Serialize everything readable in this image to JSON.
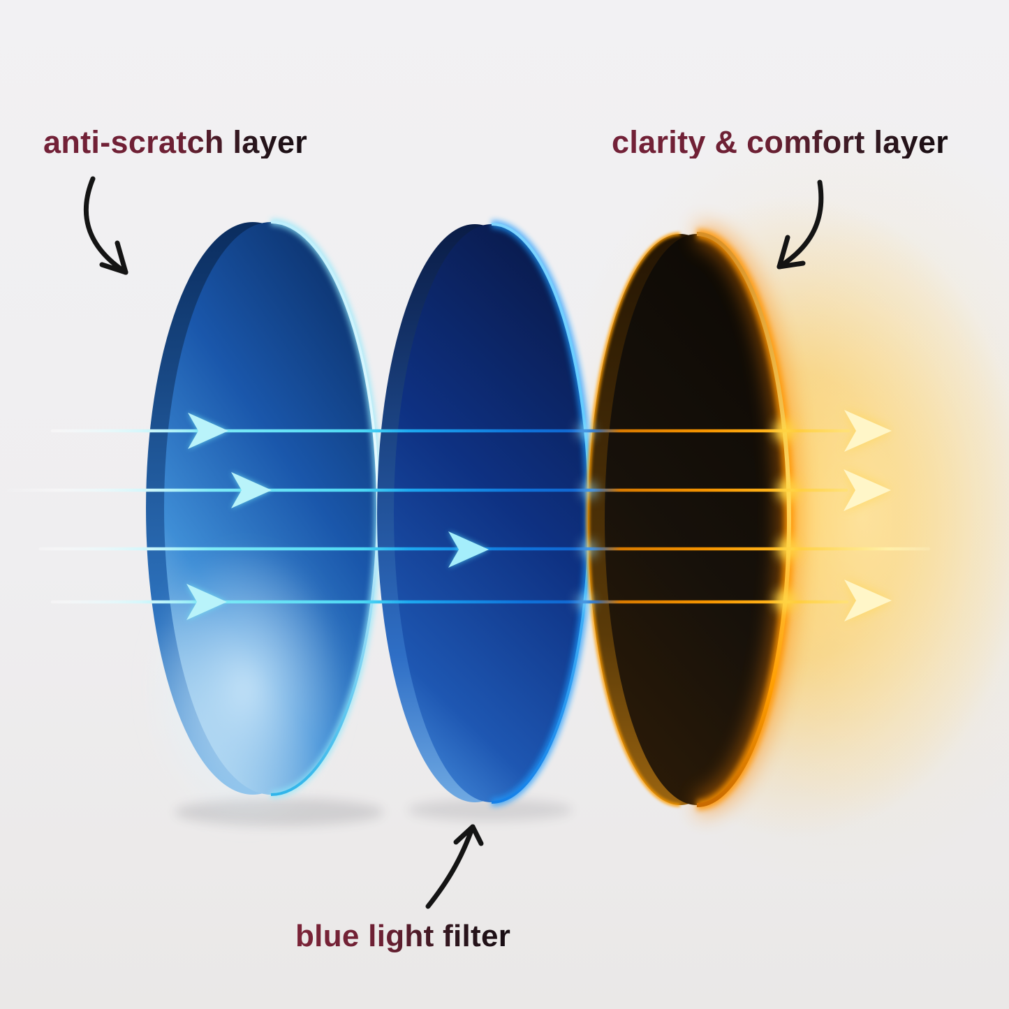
{
  "page": {
    "background_color": "#efeef0",
    "warm_glow_color": "#ffc238",
    "annotation_ink_color": "#141414"
  },
  "labels": {
    "anti_scratch": {
      "text": "anti-scratch layer",
      "color_start": "#732138",
      "color_end": "#170d12"
    },
    "clarity_comfort": {
      "text": "clarity & comfort layer",
      "color_start": "#732138",
      "color_end": "#150c10"
    },
    "blue_light": {
      "text": "blue light filter",
      "color_start": "#7b2438",
      "color_end": "#170d12"
    }
  },
  "lenses": [
    {
      "id": "anti-scratch",
      "label": "anti-scratch layer",
      "body_color": "#1a57ab",
      "rim_color": "#8fe8fb"
    },
    {
      "id": "blue-light-filter",
      "label": "blue light filter",
      "body_color": "#0e3182",
      "rim_color": "#55c8ff"
    },
    {
      "id": "clarity-comfort",
      "label": "clarity & comfort layer",
      "body_color": "#17110a",
      "rim_color": "#ffb71e"
    }
  ],
  "light_rays": {
    "count": 4,
    "incoming_color": "#7feaf7",
    "through_filter_color": "#0f72da",
    "through_dark_lens_color": "#f59400",
    "outgoing_color": "#ffd34e"
  }
}
